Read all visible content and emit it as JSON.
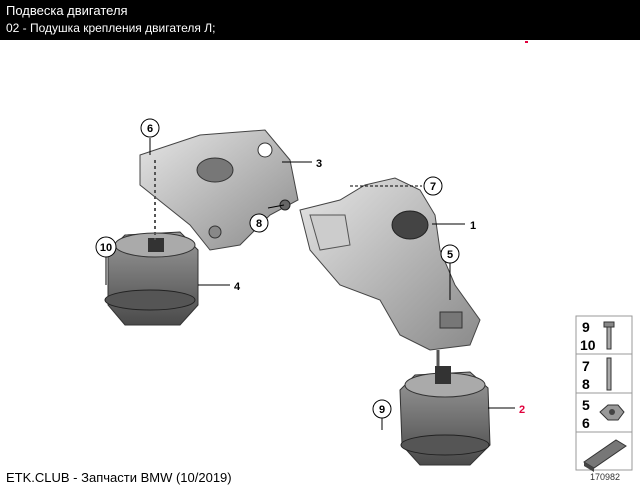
{
  "header": {
    "title": "Подвеска двигателя",
    "subtitle": "02 - Подушка крепления двигателя Л;"
  },
  "callouts": {
    "c1": "1",
    "c2": "2",
    "c3": "3",
    "c4": "4",
    "c5": "5",
    "c6": "6",
    "c7": "7",
    "c8": "8",
    "c9": "9",
    "c10": "10"
  },
  "legend": {
    "g1_a": "9",
    "g1_b": "10",
    "g2_a": "7",
    "g2_b": "8",
    "g3_a": "5",
    "g3_b": "6"
  },
  "footer": {
    "source": "ETK.CLUB - Запчасти BMW (10/2019)",
    "image_ref": "170982"
  },
  "colors": {
    "header_bg": "#000000",
    "highlight": "#e0003c"
  }
}
